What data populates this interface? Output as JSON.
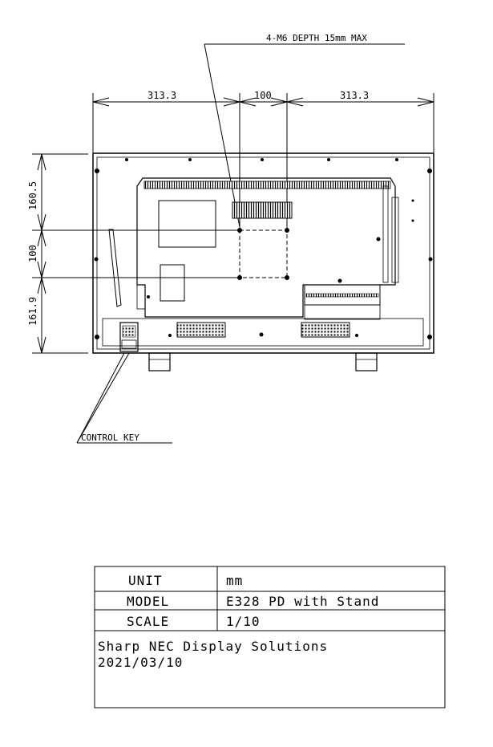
{
  "drawing": {
    "callout_mount": "4-M6 DEPTH 15mm MAX",
    "callout_control": "CONTROL KEY",
    "dim_width_left": "313.3",
    "dim_width_center": "100",
    "dim_width_right": "313.3",
    "dim_height_top": "160.5",
    "dim_height_middle": "100",
    "dim_height_bottom": "161.9"
  },
  "title_block": {
    "unit_label": "UNIT",
    "unit_value": "mm",
    "model_label": "MODEL",
    "model_value": "E328 PD with Stand",
    "scale_label": "SCALE",
    "scale_value": "1/10",
    "company": "Sharp NEC Display Solutions",
    "date": "2021/03/10"
  }
}
